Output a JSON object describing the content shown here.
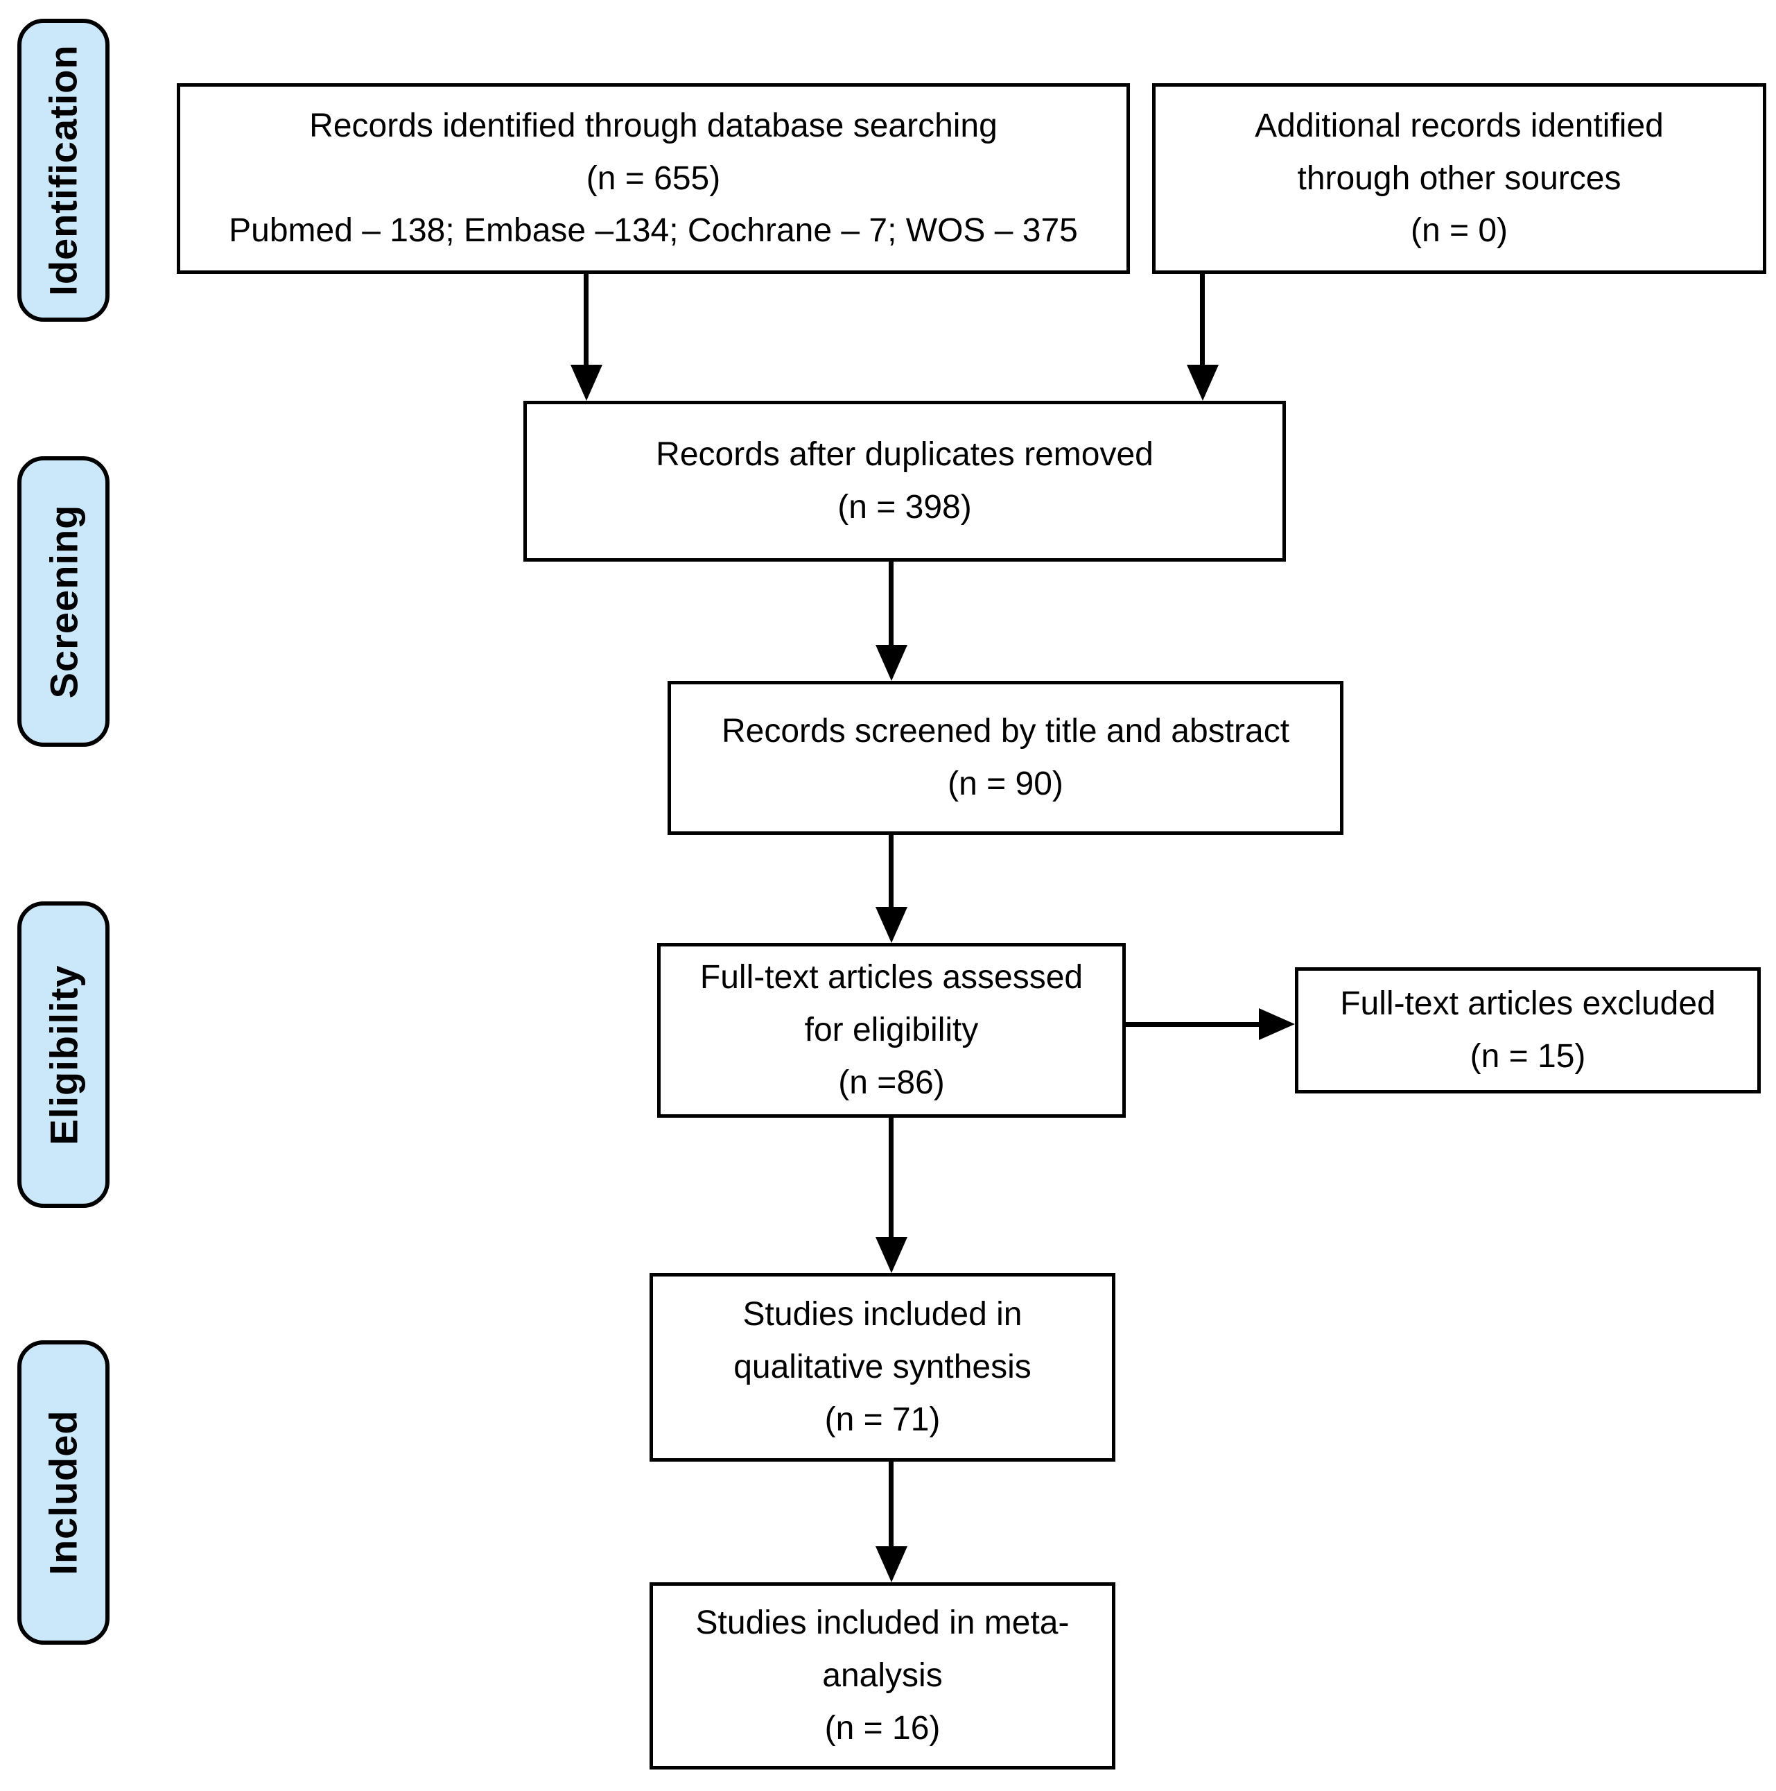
{
  "diagram": {
    "type": "prisma-flowchart",
    "stages": [
      {
        "label": "Identification"
      },
      {
        "label": "Screening"
      },
      {
        "label": "Eligibility"
      },
      {
        "label": "Included"
      }
    ],
    "boxes": [
      {
        "id": "records-identified",
        "lines": [
          "Records identified through database searching",
          "(n = 655)",
          "Pubmed – 138; Embase –134; Cochrane – 7; WOS – 375"
        ]
      },
      {
        "id": "additional-records",
        "lines": [
          "Additional records identified",
          "through other sources",
          "(n = 0)"
        ]
      },
      {
        "id": "after-duplicates",
        "lines": [
          "Records after duplicates removed",
          "(n = 398)"
        ]
      },
      {
        "id": "records-screened",
        "lines": [
          "Records screened by title and abstract",
          "(n = 90)"
        ]
      },
      {
        "id": "fulltext-assessed",
        "lines": [
          "Full-text articles assessed",
          "for eligibility",
          "(n =86)"
        ]
      },
      {
        "id": "fulltext-excluded",
        "lines": [
          "Full-text articles excluded",
          "(n = 15)"
        ]
      },
      {
        "id": "qualitative-synthesis",
        "lines": [
          "Studies included in",
          "qualitative synthesis",
          "(n = 71)"
        ]
      },
      {
        "id": "meta-analysis",
        "lines": [
          "Studies included in meta-",
          "analysis",
          "(n = 16)"
        ]
      }
    ],
    "colors": {
      "stage_fill": "#cbe8fa",
      "box_fill": "#ffffff",
      "border": "#000000",
      "background": "#ffffff"
    }
  }
}
